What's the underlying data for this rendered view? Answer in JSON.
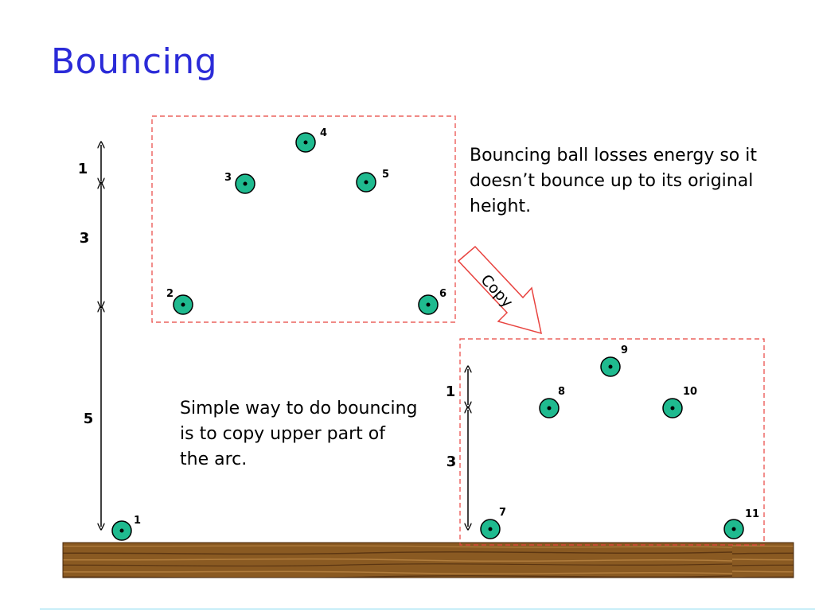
{
  "slide": {
    "title": "Bouncing",
    "note_top": "Bouncing ball losses energy so it doesn’t bounce up to its original height.",
    "note_bottom": "Simple way to do bouncing is to copy upper part of the arc.",
    "copy_label": "Copy"
  },
  "balls": [
    "1",
    "2",
    "3",
    "4",
    "5",
    "6",
    "7",
    "8",
    "9",
    "10",
    "11"
  ],
  "heights_left": [
    "1",
    "3",
    "5"
  ],
  "heights_right": [
    "1",
    "3"
  ],
  "colors": {
    "title": "#2b2bd8",
    "ball": "#1fba8f",
    "box": "#e8433f",
    "arrow": "#e8433f",
    "ground": "#8a5a22"
  }
}
